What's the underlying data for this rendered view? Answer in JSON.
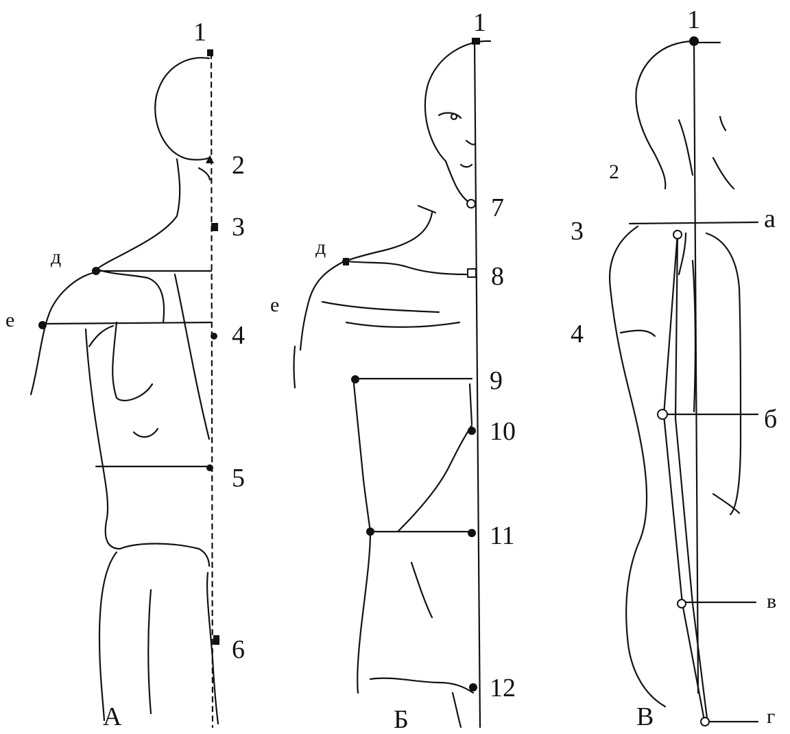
{
  "panels": {
    "a": {
      "caption": "А",
      "points": [
        "1",
        "2",
        "3",
        "4",
        "5",
        "6"
      ],
      "side_points": [
        "д",
        "е"
      ]
    },
    "b": {
      "caption": "Б",
      "points": [
        "1",
        "7",
        "8",
        "9",
        "10",
        "11",
        "12"
      ],
      "side_points": [
        "д",
        "е"
      ]
    },
    "c": {
      "caption": "В",
      "points": [
        "1",
        "2",
        "3",
        "4"
      ],
      "side_points": [
        "а",
        "б",
        "в",
        "г"
      ]
    }
  },
  "colors": {
    "ink": "#111111",
    "paper": "#ffffff"
  }
}
